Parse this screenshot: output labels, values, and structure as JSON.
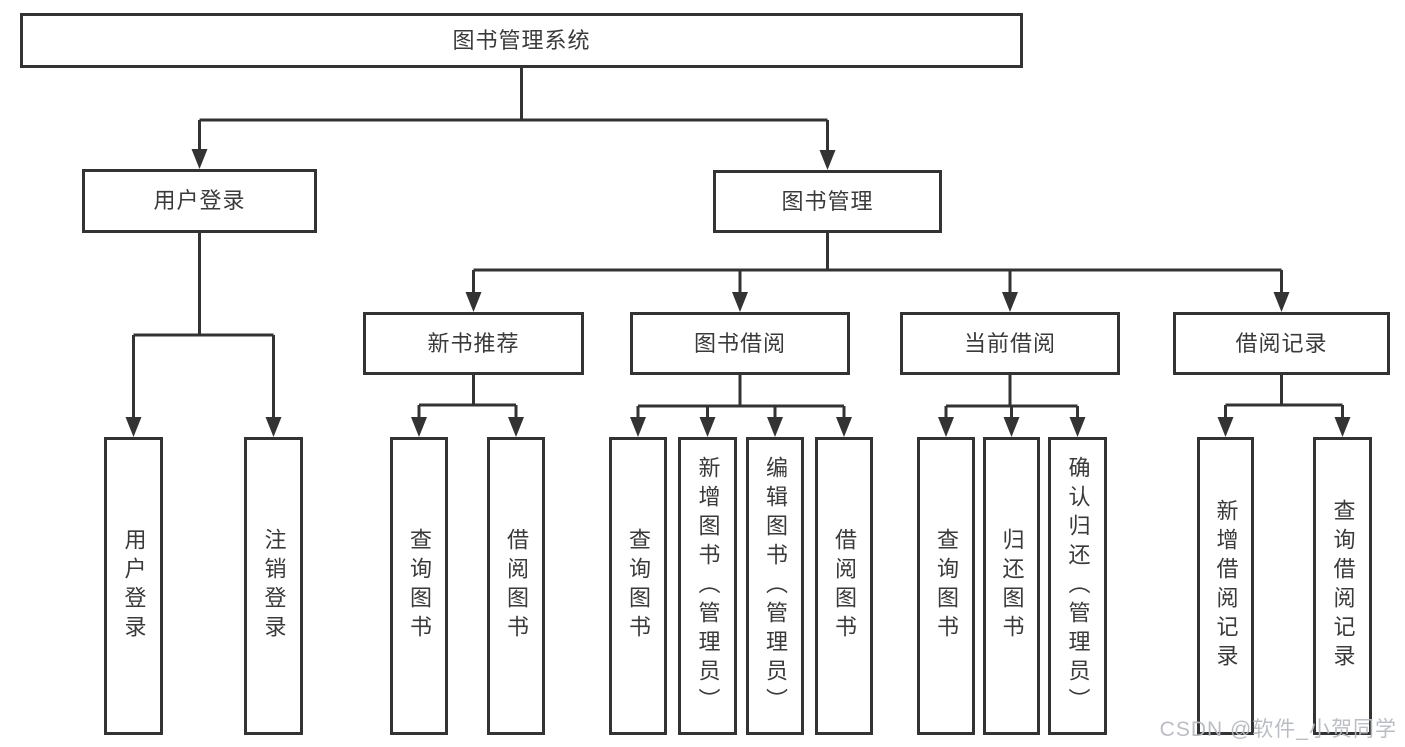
{
  "diagram": {
    "type": "hierarchy-tree",
    "colors": {
      "line": "#333333",
      "text": "#3a3a3a",
      "watermark": "#b7bac0",
      "background": "#ffffff"
    },
    "tree": {
      "root": {
        "label": "图书管理系统",
        "children": [
          {
            "label": "用户登录",
            "children": [
              {
                "label": "用户登录"
              },
              {
                "label": "注销登录"
              }
            ]
          },
          {
            "label": "图书管理",
            "children": [
              {
                "label": "新书推荐",
                "children": [
                  {
                    "label": "查询图书"
                  },
                  {
                    "label": "借阅图书"
                  }
                ]
              },
              {
                "label": "图书借阅",
                "children": [
                  {
                    "label": "查询图书"
                  },
                  {
                    "label": "新增图书（管理员）"
                  },
                  {
                    "label": "编辑图书（管理员）"
                  },
                  {
                    "label": "借阅图书"
                  }
                ]
              },
              {
                "label": "当前借阅",
                "children": [
                  {
                    "label": "查询图书"
                  },
                  {
                    "label": "归还图书"
                  },
                  {
                    "label": "确认归还（管理员）"
                  }
                ]
              },
              {
                "label": "借阅记录",
                "children": [
                  {
                    "label": "新增借阅记录"
                  },
                  {
                    "label": "查询借阅记录"
                  }
                ]
              }
            ]
          }
        ]
      }
    }
  },
  "watermark": {
    "text": "CSDN @软件_小贺同学"
  }
}
